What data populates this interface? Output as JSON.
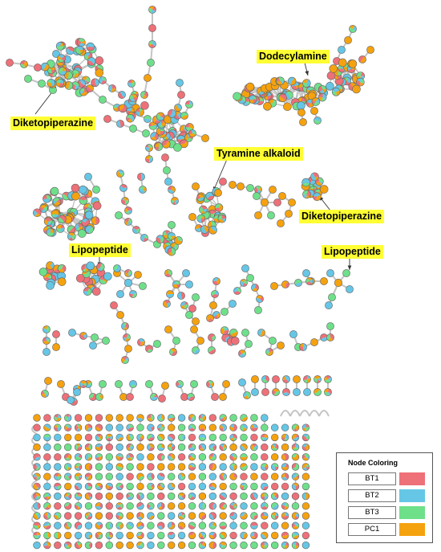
{
  "colors": {
    "BT1": "#ee7078",
    "BT2": "#66c6e6",
    "BT3": "#6fe08a",
    "PC1": "#f5a20f",
    "edge": "#c4c4c4",
    "node_border": "#666666"
  },
  "callouts": {
    "dodecylamine": "Dodecylamine",
    "diketopiperazine_1": "Diketopiperazine",
    "tyramine": "Tyramine alkaloid",
    "diketopiperazine_2": "Diketopiperazine",
    "lipopeptide_1": "Lipopeptide",
    "lipopeptide_2": "Lipopeptide"
  },
  "legend": {
    "title": "Node Coloring",
    "items": [
      {
        "label": "BT1",
        "color": "#ee7078"
      },
      {
        "label": "BT2",
        "color": "#66c6e6"
      },
      {
        "label": "BT3",
        "color": "#6fe08a"
      },
      {
        "label": "PC1",
        "color": "#f5a20f"
      }
    ]
  }
}
